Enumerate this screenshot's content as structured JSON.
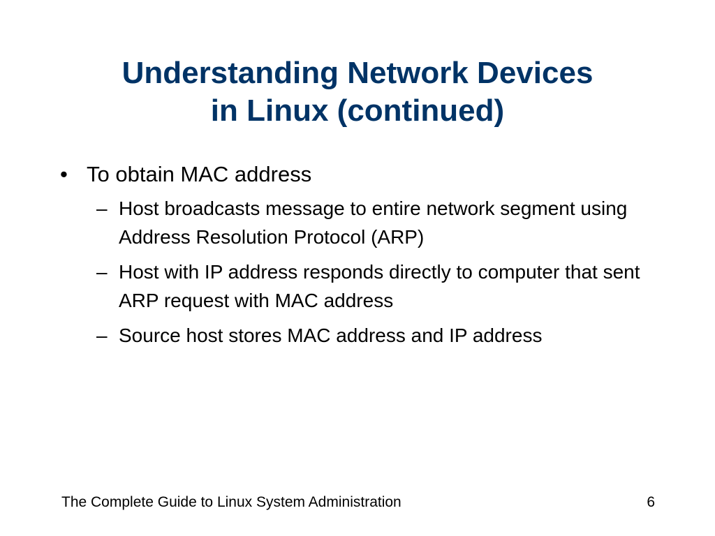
{
  "slide": {
    "title_line1": "Understanding Network Devices",
    "title_line2": "in Linux (continued)",
    "bullet_marker": "•",
    "sub_marker": "–",
    "bullets": [
      {
        "text": "To obtain MAC address",
        "subs": [
          "Host broadcasts message to entire network segment using Address Resolution Protocol (ARP)",
          "Host with IP address responds directly to computer that sent ARP request with MAC address",
          "Source host stores MAC address and IP address"
        ]
      }
    ],
    "title_color": "#003366"
  },
  "footer": {
    "book_title": "The Complete Guide to Linux System Administration",
    "page_number": "6"
  }
}
